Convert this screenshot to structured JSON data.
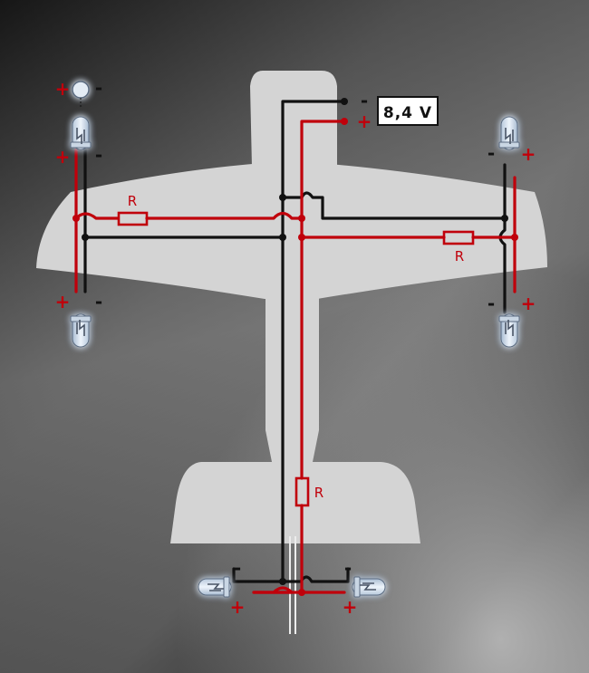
{
  "voltage_label": "8,4 V",
  "resistor_label": "R",
  "polarity": {
    "plus": "+",
    "minus": "-"
  },
  "colors": {
    "positive_wire": "#c0000b",
    "negative_wire": "#111111",
    "airframe": "#d4d4d4",
    "led_glow": "#ffffff",
    "background_dark": "#1a1a1a",
    "background_light": "#9a9a9a"
  },
  "components": {
    "supply": "battery",
    "leds": [
      "led-left-front",
      "led-left-rear",
      "led-right-front",
      "led-right-rear",
      "led-tail-left",
      "led-tail-right"
    ],
    "resistors": [
      "resistor-left-wing",
      "resistor-right-wing",
      "resistor-fuselage"
    ]
  }
}
